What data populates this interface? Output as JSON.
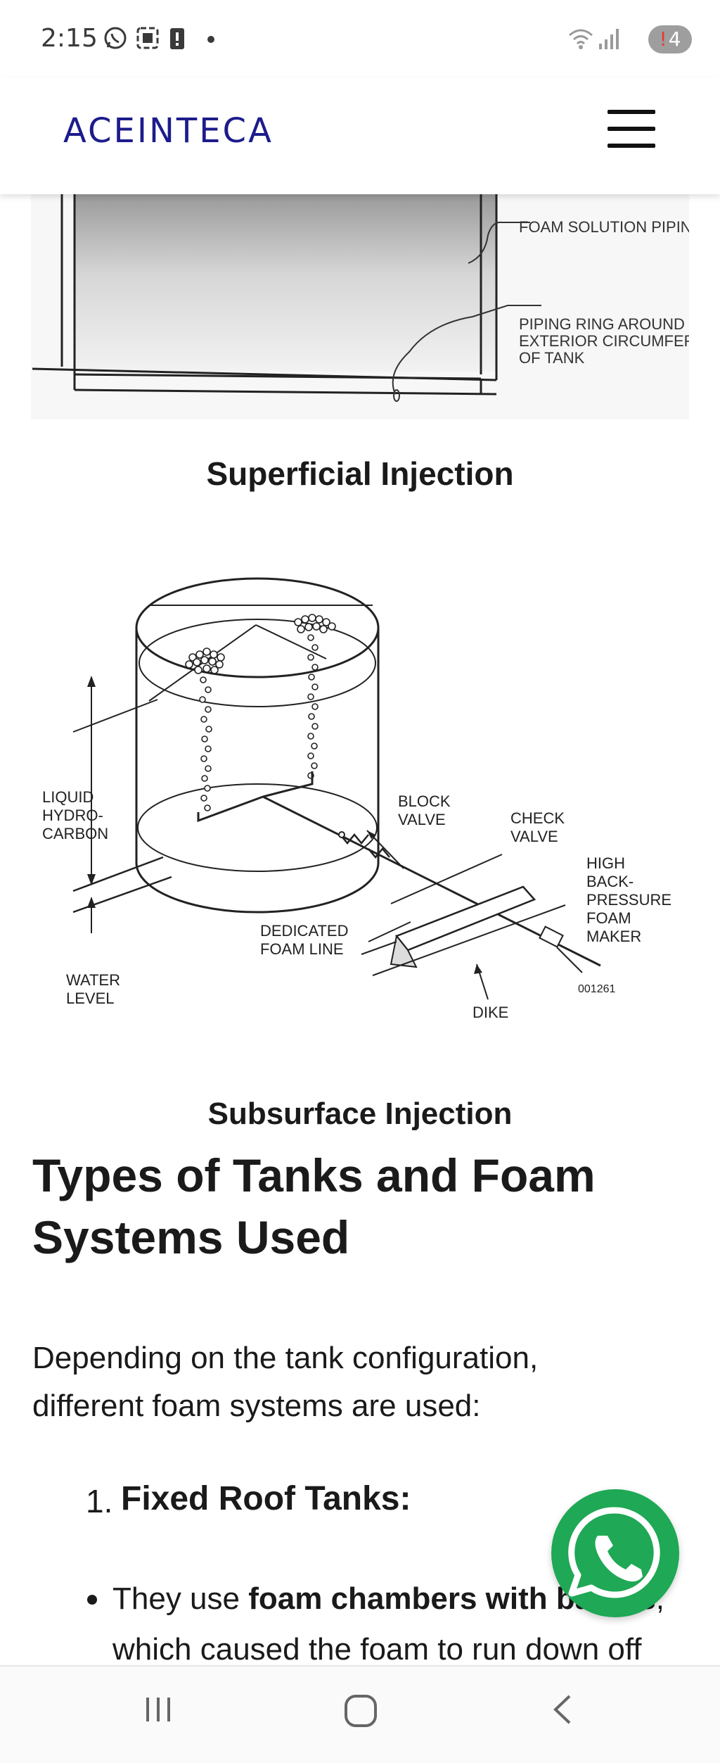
{
  "status_bar": {
    "time": "2:15",
    "battery_level": "4",
    "icons": [
      "whatsapp-icon",
      "screenshot-icon",
      "battery-alert-icon",
      "dot-icon",
      "wifi-icon",
      "signal-icon"
    ]
  },
  "header": {
    "logo_text": "ACEINTECA",
    "menu_icon": "hamburger-icon",
    "brand_color": "#1c1c8c"
  },
  "figure_top": {
    "labels": {
      "foam_solution_piping": "FOAM SOLUTION PIPING",
      "piping_ring_line1": "PIPING RING AROUND",
      "piping_ring_line2": "EXTERIOR CIRCUMFEREN",
      "piping_ring_line3": "OF TANK"
    },
    "caption": "Superficial Injection"
  },
  "figure_subsurface": {
    "labels": {
      "liquid_1": "LIQUID",
      "liquid_2": "HYDRO-",
      "liquid_3": "CARBON",
      "block_1": "BLOCK",
      "block_2": "VALVE",
      "check_1": "CHECK",
      "check_2": "VALVE",
      "high_1": "HIGH",
      "high_2": "BACK-",
      "high_3": "PRESSURE",
      "high_4": "FOAM",
      "high_5": "MAKER",
      "dedicated_1": "DEDICATED",
      "dedicated_2": "FOAM LINE",
      "water_1": "WATER",
      "water_2": "LEVEL",
      "dike": "DIKE",
      "figure_number": "001261"
    },
    "caption": "Subsurface Injection"
  },
  "article": {
    "heading": "Types of Tanks and Foam Systems Used",
    "paragraph": "Depending on the tank configuration, different foam systems are used:",
    "list_number": "1.",
    "list_item": "Fixed Roof Tanks:",
    "bullet_plain_1": "They use ",
    "bullet_bold": "foam chambers with baffles",
    "bullet_plain_2": ",",
    "bullet_cut_line": "which caused the foam to run down off"
  },
  "floating_button": {
    "icon": "whatsapp-icon",
    "color": "#1fa855"
  },
  "nav_bar": {
    "icons": [
      "recent-apps-icon",
      "home-icon",
      "back-icon"
    ]
  }
}
